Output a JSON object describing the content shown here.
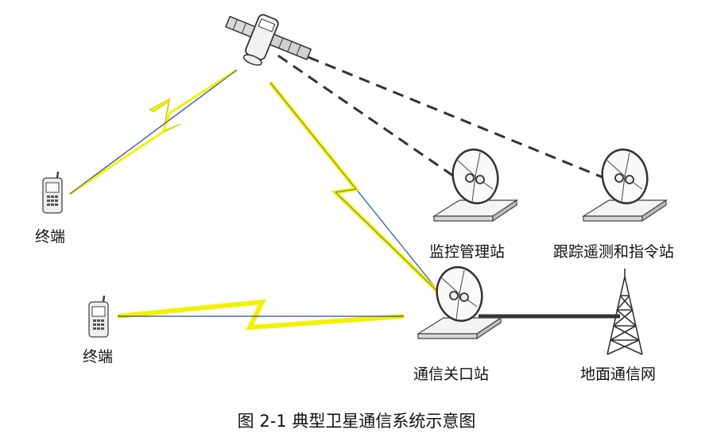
{
  "labels": {
    "terminal_top": "终端",
    "terminal_bottom": "终端",
    "monitor_station": "监控管理站",
    "ttc_station": "跟踪遥测和指令站",
    "gateway_station": "通信关口站",
    "terrestrial_network": "地面通信网"
  },
  "caption": "图 2-1  典型卫星通信系统示意图",
  "colors": {
    "lightning": "#f2f200",
    "link_line": "#2a4aa8",
    "dashed": "#333333",
    "ground_link": "#333333"
  }
}
